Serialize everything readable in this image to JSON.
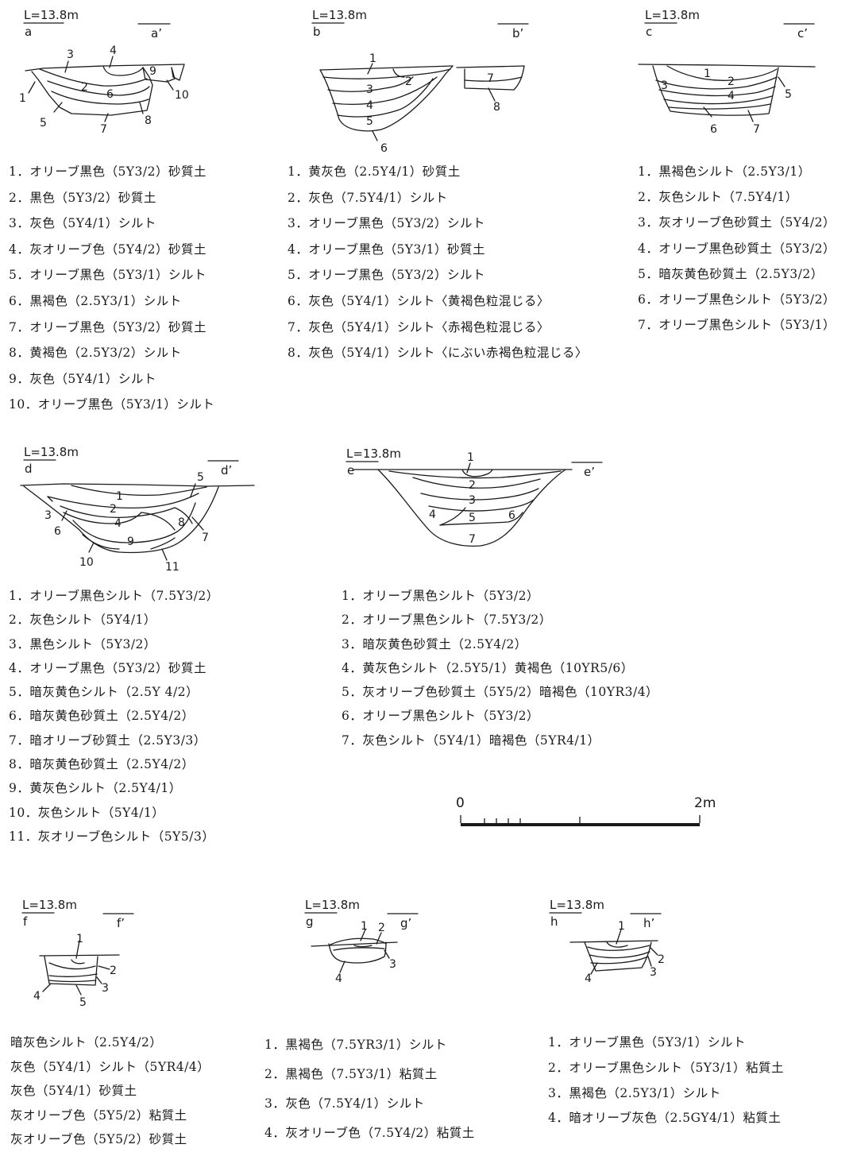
{
  "sections": {
    "a": {
      "level": "L=13.8m",
      "start": "a",
      "end": "a’",
      "legend": [
        {
          "n": "1．",
          "t": "オリーブ黒色（5Y3/2）砂質土"
        },
        {
          "n": "2．",
          "t": "黒色（5Y3/2）砂質土"
        },
        {
          "n": "3．",
          "t": "灰色（5Y4/1）シルト"
        },
        {
          "n": "4．",
          "t": "灰オリーブ色（5Y4/2）砂質土"
        },
        {
          "n": "5．",
          "t": "オリーブ黒色（5Y3/1）シルト"
        },
        {
          "n": "6．",
          "t": "黒褐色（2.5Y3/1）シルト"
        },
        {
          "n": "7．",
          "t": "オリーブ黒色（5Y3/2）砂質土"
        },
        {
          "n": "8．",
          "t": "黄褐色（2.5Y3/2）シルト"
        },
        {
          "n": "9．",
          "t": "灰色（5Y4/1）シルト"
        },
        {
          "n": "10．",
          "t": "オリーブ黒色（5Y3/1）シルト"
        }
      ]
    },
    "b": {
      "level": "L=13.8m",
      "start": "b",
      "end": "b’",
      "legend": [
        {
          "n": "1．",
          "t": "黄灰色（2.5Y4/1）砂質土"
        },
        {
          "n": "2．",
          "t": "灰色（7.5Y4/1）シルト"
        },
        {
          "n": "3．",
          "t": "オリーブ黒色（5Y3/2）シルト"
        },
        {
          "n": "4．",
          "t": "オリーブ黒色（5Y3/1）砂質土"
        },
        {
          "n": "5．",
          "t": "オリーブ黒色（5Y3/2）シルト"
        },
        {
          "n": "6．",
          "t": "灰色（5Y4/1）シルト〈黄褐色粒混じる〉"
        },
        {
          "n": "7．",
          "t": "灰色（5Y4/1）シルト〈赤褐色粒混じる〉"
        },
        {
          "n": "8．",
          "t": "灰色（5Y4/1）シルト〈にぶい赤褐色粒混じる〉"
        }
      ]
    },
    "c": {
      "level": "L=13.8m",
      "start": "c",
      "end": "c’",
      "legend": [
        {
          "n": "1．",
          "t": "黒褐色シルト（2.5Y3/1）"
        },
        {
          "n": "2．",
          "t": "灰色シルト（7.5Y4/1）"
        },
        {
          "n": "3．",
          "t": "灰オリーブ色砂質土（5Y4/2）"
        },
        {
          "n": "4．",
          "t": "オリーブ黒色砂質土（5Y3/2）"
        },
        {
          "n": "5．",
          "t": "暗灰黄色砂質土（2.5Y3/2）"
        },
        {
          "n": "6．",
          "t": "オリーブ黒色シルト（5Y3/2）"
        },
        {
          "n": "7．",
          "t": "オリーブ黒色シルト（5Y3/1）"
        }
      ]
    },
    "d": {
      "level": "L=13.8m",
      "start": "d",
      "end": "d’",
      "legend": [
        {
          "n": "1．",
          "t": "オリーブ黒色シルト（7.5Y3/2）"
        },
        {
          "n": "2．",
          "t": "灰色シルト（5Y4/1）"
        },
        {
          "n": "3．",
          "t": "黒色シルト（5Y3/2）"
        },
        {
          "n": "4．",
          "t": "オリーブ黒色（5Y3/2）砂質土"
        },
        {
          "n": "5．",
          "t": "暗灰黄色シルト（2.5Y 4/2）"
        },
        {
          "n": "6．",
          "t": "暗灰黄色砂質土（2.5Y4/2）"
        },
        {
          "n": "7．",
          "t": "暗オリーブ砂質土（2.5Y3/3）"
        },
        {
          "n": "8．",
          "t": "暗灰黄色砂質土（2.5Y4/2）"
        },
        {
          "n": "9．",
          "t": "黄灰色シルト（2.5Y4/1）"
        },
        {
          "n": "10．",
          "t": "灰色シルト（5Y4/1）"
        },
        {
          "n": "11．",
          "t": "灰オリーブ色シルト（5Y5/3）"
        }
      ]
    },
    "e": {
      "level": "L=13.8m",
      "start": "e",
      "end": "e’",
      "legend": [
        {
          "n": "1．",
          "t": "オリーブ黒色シルト（5Y3/2）"
        },
        {
          "n": "2．",
          "t": "オリーブ黒色シルト（7.5Y3/2）"
        },
        {
          "n": "3．",
          "t": "暗灰黄色砂質土（2.5Y4/2）"
        },
        {
          "n": "4．",
          "t": "黄灰色シルト（2.5Y5/1）黄褐色（10YR5/6）"
        },
        {
          "n": "5．",
          "t": "灰オリーブ色砂質土（5Y5/2）暗褐色（10YR3/4）"
        },
        {
          "n": "6．",
          "t": "オリーブ黒色シルト（5Y3/2）"
        },
        {
          "n": "7．",
          "t": "灰色シルト（5Y4/1）暗褐色（5YR4/1）"
        }
      ]
    },
    "f": {
      "level": "L=13.8m",
      "start": "f",
      "end": "f’",
      "legend": [
        {
          "n": "",
          "t": "暗灰色シルト（2.5Y4/2）"
        },
        {
          "n": "",
          "t": "灰色（5Y4/1）シルト（5YR4/4）"
        },
        {
          "n": "",
          "t": "灰色（5Y4/1）砂質土"
        },
        {
          "n": "",
          "t": "灰オリーブ色（5Y5/2）粘質土"
        },
        {
          "n": "",
          "t": "灰オリーブ色（5Y5/2）砂質土"
        }
      ]
    },
    "g": {
      "level": "L=13.8m",
      "start": "g",
      "end": "g’",
      "legend": [
        {
          "n": "1．",
          "t": "黒褐色（7.5YR3/1）シルト"
        },
        {
          "n": "2．",
          "t": "黒褐色（7.5Y3/1）粘質土"
        },
        {
          "n": "3．",
          "t": "灰色（7.5Y4/1）シルト"
        },
        {
          "n": "4．",
          "t": "灰オリーブ色（7.5Y4/2）粘質土"
        }
      ]
    },
    "h": {
      "level": "L=13.8m",
      "start": "h",
      "end": "h’",
      "legend": [
        {
          "n": "1．",
          "t": "オリーブ黒色（5Y3/1）シルト"
        },
        {
          "n": "2．",
          "t": "オリーブ黒色シルト（5Y3/1）粘質土"
        },
        {
          "n": "3．",
          "t": "黒褐色（2.5Y3/1）シルト"
        },
        {
          "n": "4．",
          "t": "暗オリーブ灰色（2.5GY4/1）粘質土"
        }
      ]
    }
  },
  "scale": {
    "zero": "0",
    "max": "2m"
  }
}
